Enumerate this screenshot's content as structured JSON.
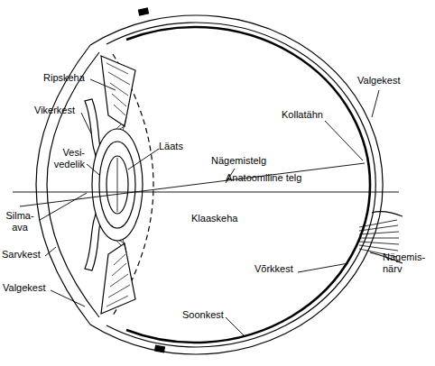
{
  "diagram": {
    "labels": [
      "Ripskeha",
      "Vikerkest",
      "Vesi- vedelik",
      "Läats",
      "Nägemistelg",
      "Anatoomiline telg",
      "Silma- ava",
      "Klaaskeha",
      "Sarvkest",
      "Valgekest",
      "Valgekest",
      "Kollatähn",
      "Nägemis- närv",
      "Võrkkest",
      "Soonkest"
    ]
  }
}
